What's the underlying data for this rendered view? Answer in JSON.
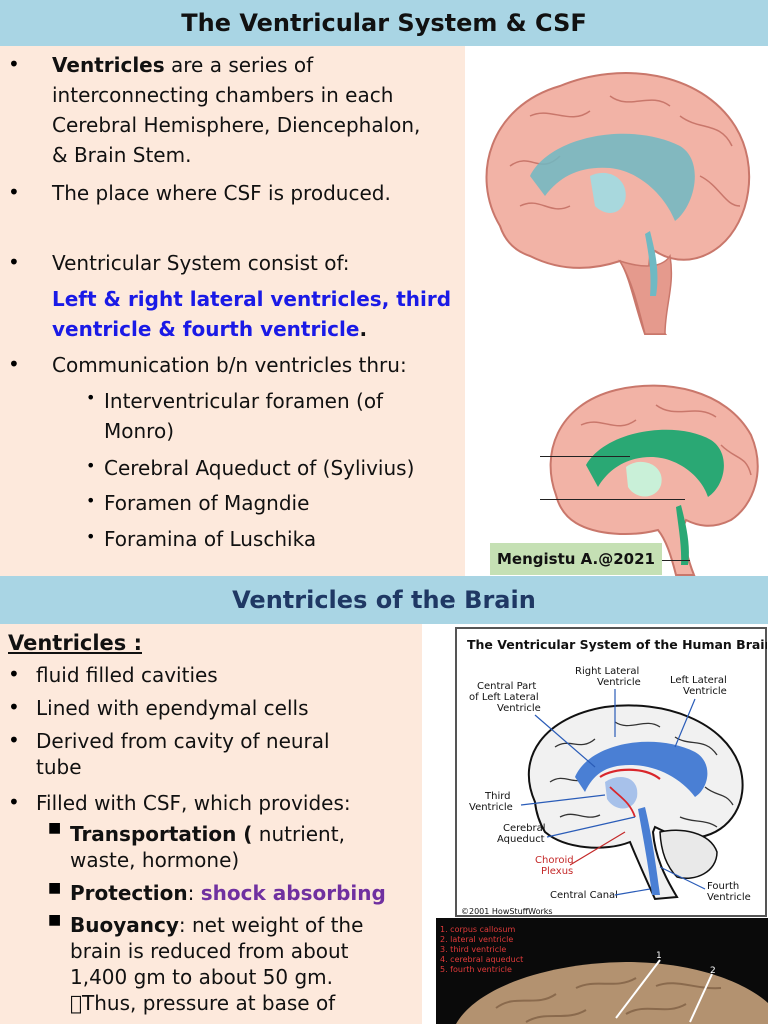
{
  "section1": {
    "title": "The Ventricular System & CSF",
    "bullets": {
      "b1_bold": "Ventricles",
      "b1_rest1": " are a series of",
      "b1_line2": "interconnecting chambers in each",
      "b1_line3": "Cerebral Hemisphere,  Diencephalon,",
      "b1_line4": "& Brain Stem.",
      "b2": "The place  where CSF is produced.",
      "b3": "Ventricular System consist of:",
      "b3_blue1": "Left & right lateral ventricles,  third",
      "b3_blue2": "ventricle &  fourth ventricle",
      "b3_dot": ".",
      "b4": "Communication b/n ventricles thru:"
    },
    "sub_items": {
      "s1_line1": "Interventricular foramen (of",
      "s1_line2": "Monro)",
      "s2": "Cerebral Aqueduct of (Sylivius)",
      "s3": "Foramen of Magndie",
      "s4": "Foramina of Luschika"
    },
    "credit": "Mengistu A.@2021"
  },
  "section2": {
    "title": "Ventricles of the Brain",
    "heading": "Ventricles :",
    "items": {
      "i1": "fluid filled cavities",
      "i2": "Lined with ependymal cells",
      "i3_line1": "Derived from cavity of neural",
      "i3_line2": "tube",
      "i4": "Filled with CSF, which provides:"
    },
    "sub": {
      "t_bold": "Transportation (",
      "t_rest": " nutrient,",
      "t_line2": "waste, hormone)",
      "p_bold": "Protection",
      "p_colon": ": ",
      "p_purple": "shock absorbing",
      "b_bold": "Buoyancy",
      "b_rest": ": net weight of the",
      "b_line2": "brain is reduced from about",
      "b_line3": "1,400 gm to about 50 gm.",
      "b_line4": "Thus, pressure at base of"
    }
  },
  "diagram": {
    "title": "The Ventricular System of the Human Brain",
    "labels": {
      "rlv1": "Right Lateral",
      "rlv2": "Ventricle",
      "llv1": "Left Lateral",
      "llv2": "Ventricle",
      "cp1": "Central Part",
      "cp2": "of Left Lateral",
      "cp3": "Ventricle",
      "tv1": "Third",
      "tv2": "Ventricle",
      "ca1": "Cerebral",
      "ca2": "Aqueduct",
      "ch1": "Choroid",
      "ch2": "Plexus",
      "cc": "Central Canal",
      "fv1": "Fourth",
      "fv2": "Ventricle",
      "copy": "©2001 HowStuffWorks"
    }
  },
  "photo": {
    "legend": [
      "1.  corpus callosum",
      "2.  lateral ventricle",
      "3.  third ventricle",
      "4.  cerebral aqueduct",
      "5.  fourth ventricle"
    ],
    "num1": "1",
    "num2": "2"
  },
  "colors": {
    "bar": "#a9d5e4",
    "panel": "#fde9dc",
    "blue_text": "#1a1ae6",
    "purple_text": "#7030a0",
    "credit_bg": "#c5e0b4"
  }
}
